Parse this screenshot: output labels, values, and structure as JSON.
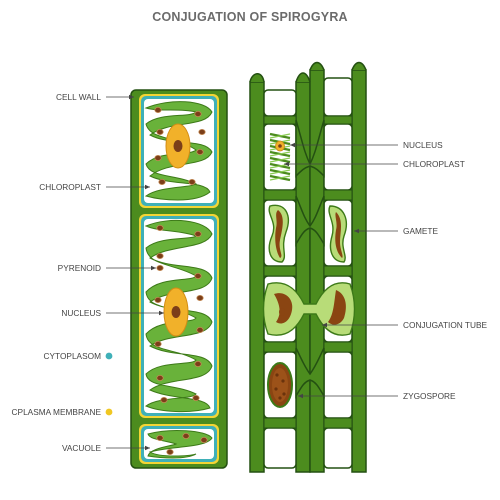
{
  "title": "CONJUGATION OF SPIROGYRA",
  "labels": {
    "cell_wall": "CELL WALL",
    "chloroplast_left": "CHLOROPLAST",
    "pyrenoid": "PYRENOID",
    "nucleus_left": "NUCLEUS",
    "cytoplasom": "CYTOPLASOM",
    "plasma_membrane": "CPLASMA MEMBRANE",
    "vacuole": "VACUOLE",
    "nucleus_right": "NUCLEUS",
    "chloroplast_right": "CHLOROPLAST",
    "gamete": "GAMETE",
    "conjugation_tube": "CONJUGATION TUBE",
    "zygospore": "ZYGOSPORE"
  },
  "colors": {
    "wall_dark": "#245012",
    "wall": "#4c8c1e",
    "chloroplast": "#69b23a",
    "chloroplast_light": "#8bcc52",
    "pyrenoid": "#7b3e19",
    "nucleus": "#f1b12a",
    "cytoplasm_marker": "#3fb0b8",
    "membrane_marker": "#f0c722",
    "cell_fill": "#ffffff",
    "gamete_fill": "#b8dc78",
    "zygospore": "#8a4512",
    "leader": "#444444"
  }
}
